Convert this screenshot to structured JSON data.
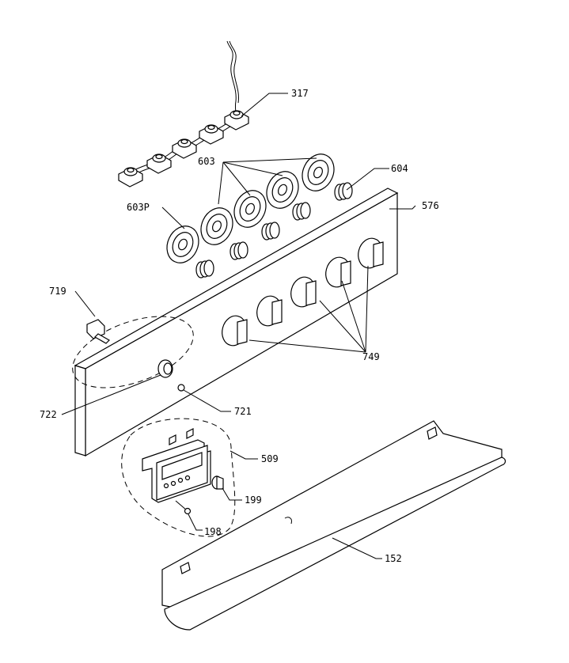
{
  "diagram": {
    "labels": {
      "l317": "317",
      "l603": "603",
      "l604": "604",
      "l603p": "603P",
      "l576": "576",
      "l719": "719",
      "l749": "749",
      "l722": "722",
      "l721": "721",
      "l509": "509",
      "l199": "199",
      "l198": "198",
      "l152": "152"
    }
  }
}
